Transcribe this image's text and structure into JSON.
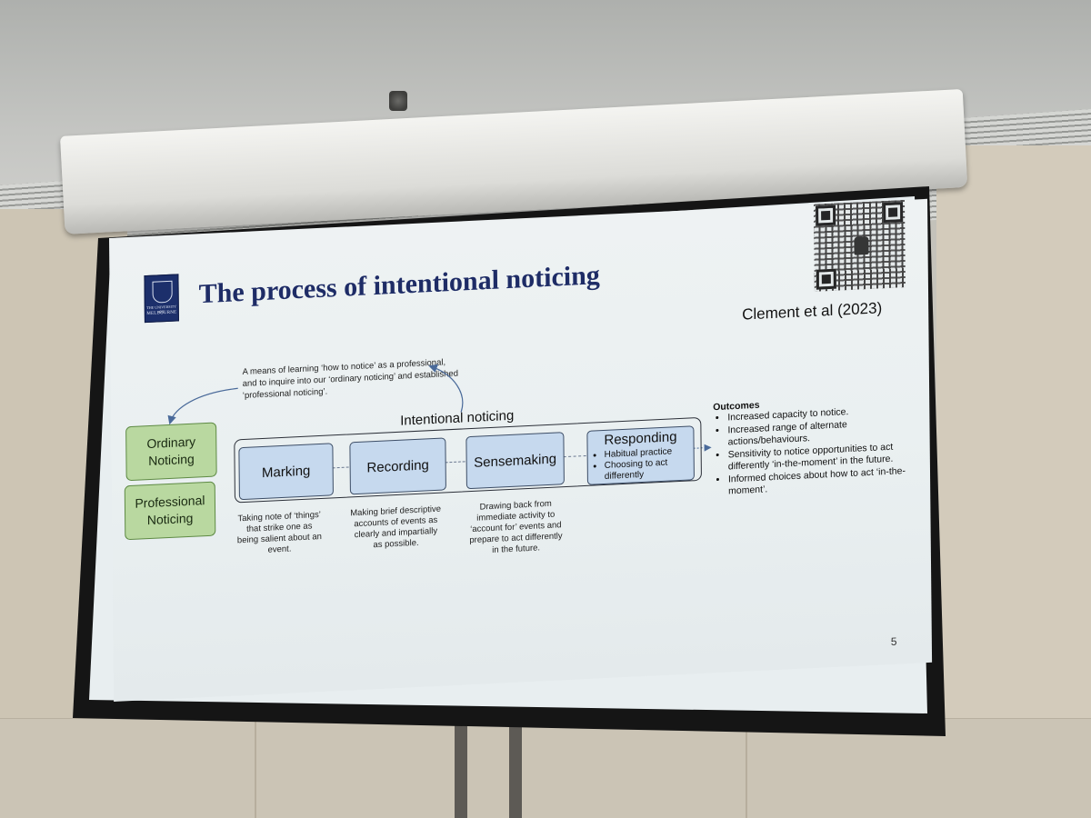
{
  "slide": {
    "title": "The process of intentional noticing",
    "citation": "Clement et al (2023)",
    "page_number": "5",
    "logo": {
      "line1": "THE UNIVERSITY OF",
      "line2": "MELBOURNE"
    },
    "purpose_text": "A means of learning ‘how to notice’ as a professional, and to inquire into our ‘ordinary noticing’ and established ‘professional noticing’.",
    "intentional_label": "Intentional noticing",
    "noticing_types": [
      {
        "label": "Ordinary Noticing"
      },
      {
        "label": "Professional Noticing"
      }
    ],
    "steps": [
      {
        "label": "Marking",
        "description": "Taking note of ‘things’ that strike one as being salient about an event."
      },
      {
        "label": "Recording",
        "description": "Making brief descriptive accounts of events as clearly and impartially as possible."
      },
      {
        "label": "Sensemaking",
        "description": "Drawing back from immediate activity to ‘account for’ events and prepare to act differently in the future."
      },
      {
        "label": "Responding",
        "bullets": [
          "Habitual practice",
          "Choosing to act differently"
        ]
      }
    ],
    "outcomes": {
      "heading": "Outcomes",
      "items": [
        "Increased capacity to notice.",
        "Increased range of alternate actions/behaviours.",
        "Sensitivity to notice opportunities to act differently ‘in-the-moment’ in the future.",
        "Informed choices about how to act ‘in-the-moment’."
      ]
    }
  },
  "colors": {
    "title": "#1e2c66",
    "step_fill": "#c6d9ee",
    "green_fill": "#b9d8a0",
    "logo_blue": "#1c2f6b"
  }
}
